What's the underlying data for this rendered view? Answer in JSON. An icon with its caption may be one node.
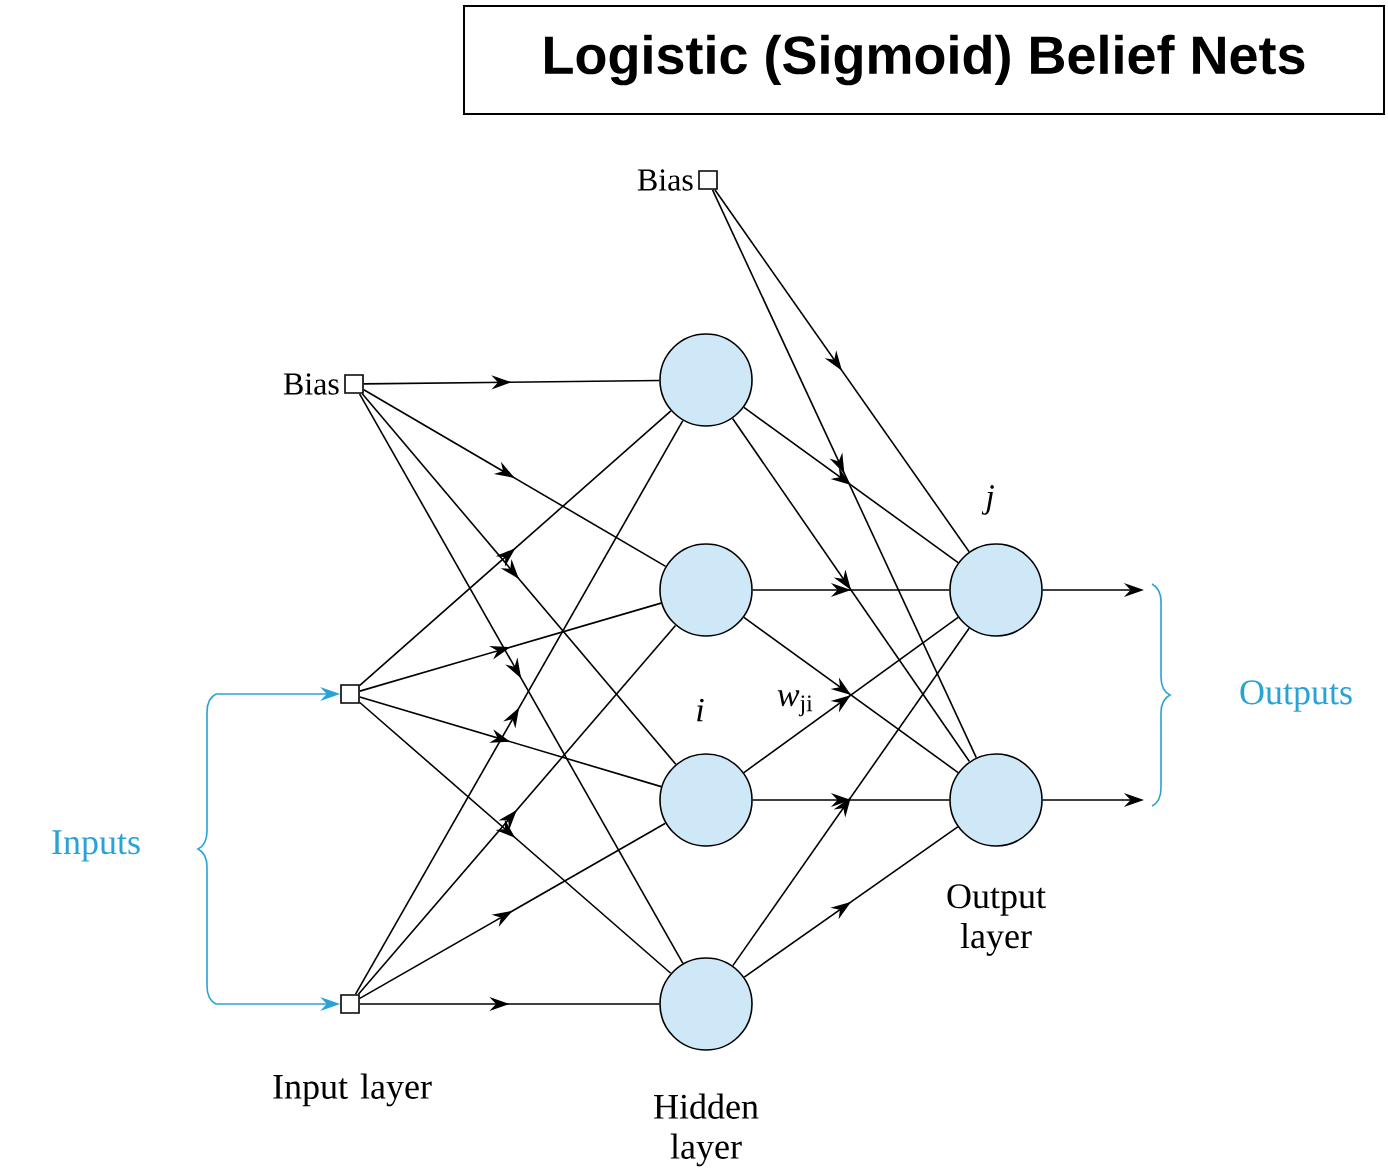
{
  "diagram": {
    "title": "Logistic (Sigmoid) Belief Nets",
    "nodes": [
      {
        "text": [
          "Bias"
        ]
      },
      {
        "text": [
          "Bias"
        ]
      },
      {
        "text": [],
        "shape": "circle"
      },
      {
        "text": [],
        "shape": "circle"
      },
      {
        "text": [],
        "shape": "circle",
        "beside": [
          "j"
        ]
      },
      {
        "text": [],
        "shape": "box"
      },
      {
        "text": [],
        "shape": "circle",
        "beside": [
          "i"
        ]
      },
      {
        "text": [],
        "shape": "circle"
      },
      {
        "text": [],
        "shape": "box"
      },
      {
        "text": [],
        "shape": "circle"
      }
    ],
    "edges": [
      {
        "from": 1,
        "to": 2,
        "arrow": "to"
      },
      {
        "from": 1,
        "to": 3,
        "arrow": "to"
      },
      {
        "from": 1,
        "to": 6,
        "arrow": "to"
      },
      {
        "from": 1,
        "to": 9,
        "arrow": "to"
      },
      {
        "from": 5,
        "to": 2,
        "arrow": "to"
      },
      {
        "from": 5,
        "to": 3,
        "arrow": "to"
      },
      {
        "from": 5,
        "to": 6,
        "arrow": "to"
      },
      {
        "from": 5,
        "to": 9,
        "arrow": "to"
      },
      {
        "from": 8,
        "to": 2,
        "arrow": "to"
      },
      {
        "from": 8,
        "to": 3,
        "arrow": "to"
      },
      {
        "from": 8,
        "to": 6,
        "arrow": "to"
      },
      {
        "from": 8,
        "to": 9,
        "arrow": "to"
      },
      {
        "from": 0,
        "to": 4,
        "arrow": "to"
      },
      {
        "from": 0,
        "to": 7,
        "arrow": "to"
      },
      {
        "from": 2,
        "to": 4,
        "arrow": "to"
      },
      {
        "from": 2,
        "to": 7,
        "arrow": "to"
      },
      {
        "from": 3,
        "to": 4,
        "arrow": "to"
      },
      {
        "from": 3,
        "to": 7,
        "arrow": "to"
      },
      {
        "from": 6,
        "to": 4,
        "arrow": "to",
        "label": "*w*$_{ji}$"
      },
      {
        "from": 6,
        "to": 7,
        "arrow": "to"
      },
      {
        "from": 9,
        "to": 4,
        "arrow": "to"
      },
      {
        "from": 9,
        "to": 7,
        "arrow": "to"
      },
      {
        "from": 4,
        "to": null,
        "arrow": "to"
      },
      {
        "from": 7,
        "to": null,
        "arrow": "to"
      },
      {
        "from": null,
        "to": 5,
        "arrow": "to",
        "color": "#29a3d6"
      },
      {
        "from": null,
        "to": 8,
        "arrow": "to",
        "color": "#29a3d6"
      }
    ],
    "labels": [
      "Outputs",
      "Inputs",
      "Input layer",
      "Hidden layer",
      "Output layer"
    ]
  }
}
